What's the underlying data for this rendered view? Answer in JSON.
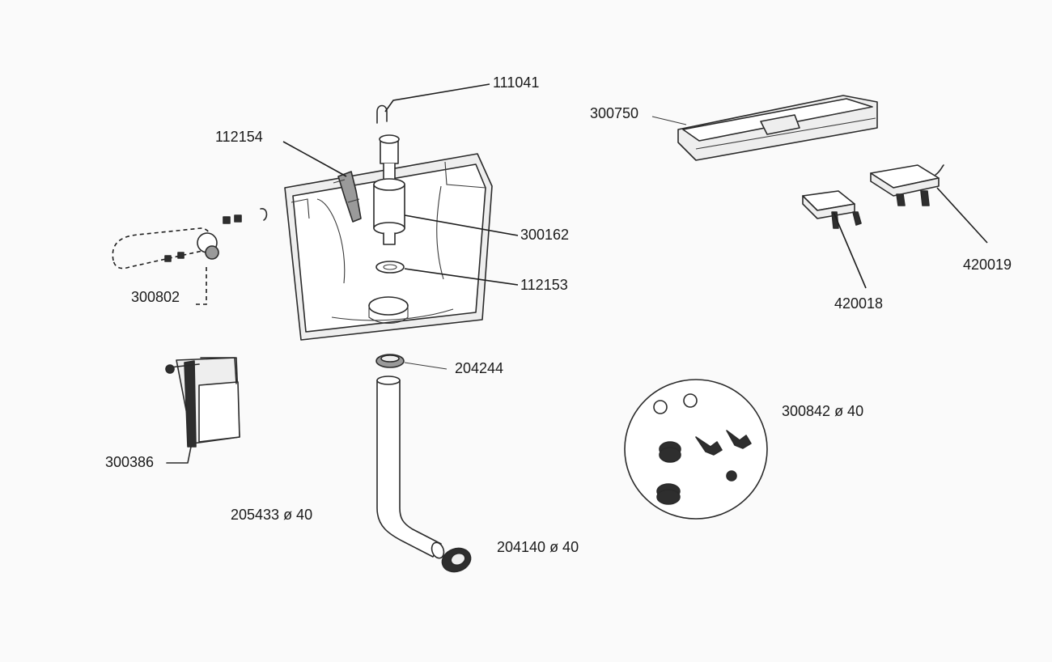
{
  "diagram": {
    "parts": [
      {
        "id": "flush-tube-hook",
        "label": "111041"
      },
      {
        "id": "lever-mechanism",
        "label": "112154"
      },
      {
        "id": "flush-valve",
        "label": "300162"
      },
      {
        "id": "valve-gasket",
        "label": "112153"
      },
      {
        "id": "dash-handle-assembly",
        "label": "300802"
      },
      {
        "id": "outlet-seal",
        "label": "204244"
      },
      {
        "id": "fill-valve",
        "label": "300386"
      },
      {
        "id": "flush-pipe",
        "label": "205433 ø 40"
      },
      {
        "id": "pipe-connector",
        "label": "204140 ø 40"
      },
      {
        "id": "cistern-lid",
        "label": "300750"
      },
      {
        "id": "push-button-large",
        "label": "420019"
      },
      {
        "id": "push-button-small",
        "label": "420018"
      },
      {
        "id": "fixing-kit",
        "label": "300842 ø 40"
      }
    ]
  },
  "colors": {
    "background": "#fafafa",
    "line": "#2a2a2a",
    "label": "#1a1a1a"
  }
}
